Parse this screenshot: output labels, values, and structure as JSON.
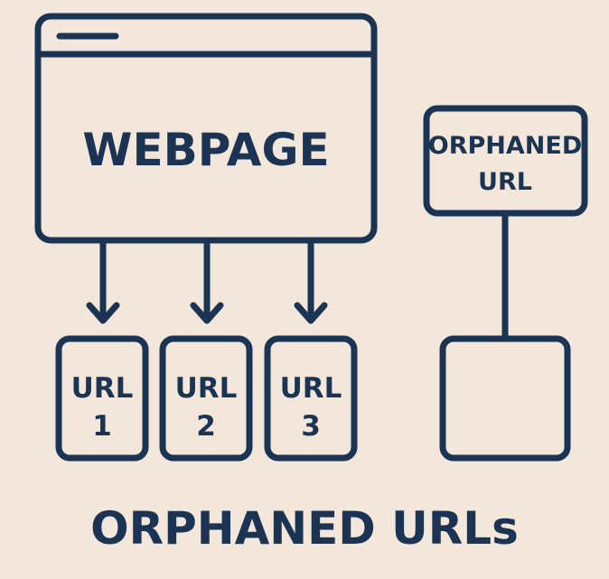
{
  "colors": {
    "background": "#f2e7da",
    "ink": "#1c3454"
  },
  "webpage": {
    "label": "WEBPAGE"
  },
  "linked_urls": [
    {
      "line1": "URL",
      "line2": "1"
    },
    {
      "line1": "URL",
      "line2": "2"
    },
    {
      "line1": "URL",
      "line2": "3"
    }
  ],
  "orphaned_url": {
    "line1": "ORPHANED",
    "line2": "URL"
  },
  "caption": "ORPHANED URLs"
}
